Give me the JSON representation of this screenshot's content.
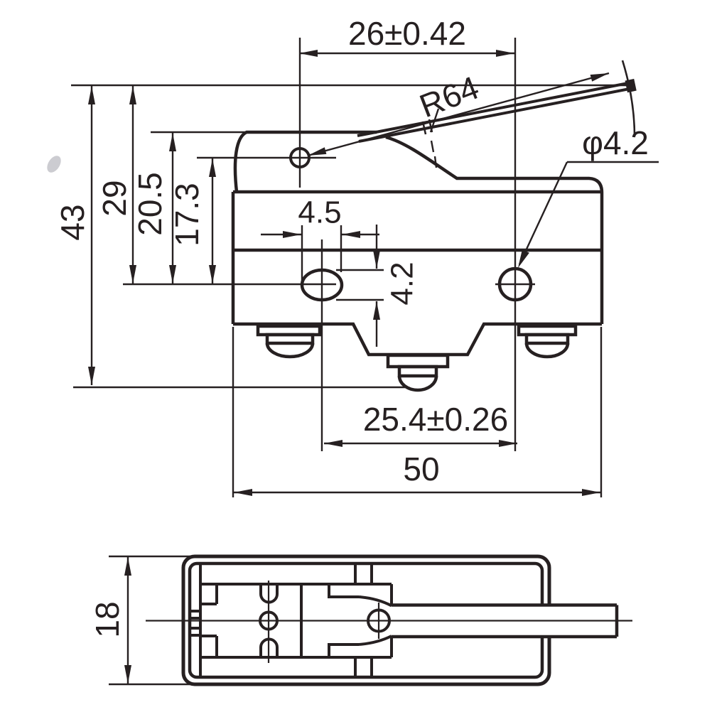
{
  "drawing": {
    "type": "technical dimension drawing of a lever micro switch",
    "line_color": "#262021",
    "background": "#ffffff",
    "front_view": {
      "dim_width_top": "26±0.42",
      "dim_lever_radius": "R64",
      "dim_hole_diameter": "φ4.2",
      "dim_slot_width": "4.5",
      "dim_slot_height": "4.2",
      "dim_height_total": "43",
      "dim_height_lever_tip": "29",
      "dim_height_housing_top": "20.5",
      "dim_height_pivot": "17.3",
      "dim_hole_spacing": "25.4±0.26",
      "dim_width_total": "50"
    },
    "top_view": {
      "dim_depth": "18"
    }
  }
}
